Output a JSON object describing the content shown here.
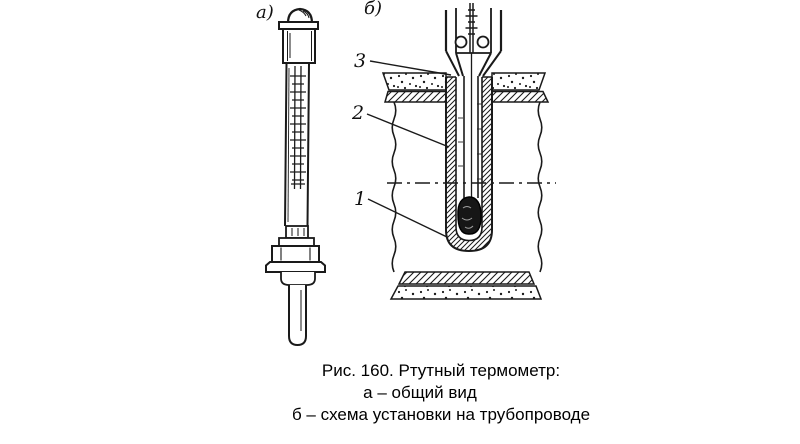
{
  "figure": {
    "panel_a": {
      "label": "а)"
    },
    "panel_b": {
      "label": "б)"
    },
    "callouts": {
      "c1": "1",
      "c2": "2",
      "c3": "3"
    },
    "caption": {
      "title": "Рис. 160. Ртутный термометр:",
      "item_a": "а – общий вид",
      "item_b": "б – схема установки на трубопроводе"
    },
    "colors": {
      "ink": "#1a1a1a",
      "paper": "#ffffff"
    }
  }
}
